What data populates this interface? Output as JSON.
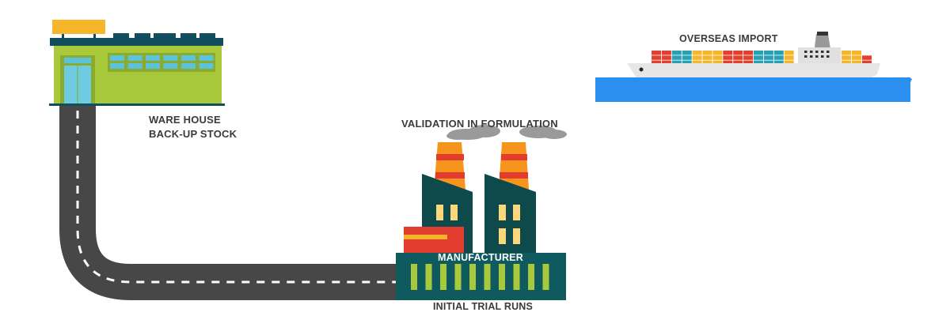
{
  "warehouse": {
    "line1": "WARE HOUSE",
    "line2": "BACK-UP STOCK"
  },
  "factory": {
    "title": "VALIDATION IN FORMULATION",
    "name": "MANUFACTURER",
    "subtitle": "INITIAL TRIAL RUNS"
  },
  "ship": {
    "title": "OVERSEAS IMPORT"
  },
  "colors": {
    "warehouse_wall": "#a9c93d",
    "roof": "#124e5e",
    "sign": "#f7b52a",
    "window": "#5bc3dc",
    "road": "#474747",
    "factory_base": "#0f5a5e",
    "factory_building": "#0e4a4c",
    "chimney_orange": "#f7941d",
    "chimney_red": "#e23c2e",
    "water": "#2b8ff0",
    "hull": "#e6e6e6"
  },
  "containers": [
    "#e4402f",
    "#e4402f",
    "#27a0b3",
    "#27a0b3",
    "#f7b52a",
    "#f7b52a",
    "#f7b52a",
    "#e4402f",
    "#e4402f",
    "#e4402f",
    "#27a0b3",
    "#27a0b3",
    "#27a0b3",
    "#f7b52a"
  ],
  "rear_containers": [
    "#f7b52a",
    "#f7b52a",
    "#e4402f"
  ]
}
